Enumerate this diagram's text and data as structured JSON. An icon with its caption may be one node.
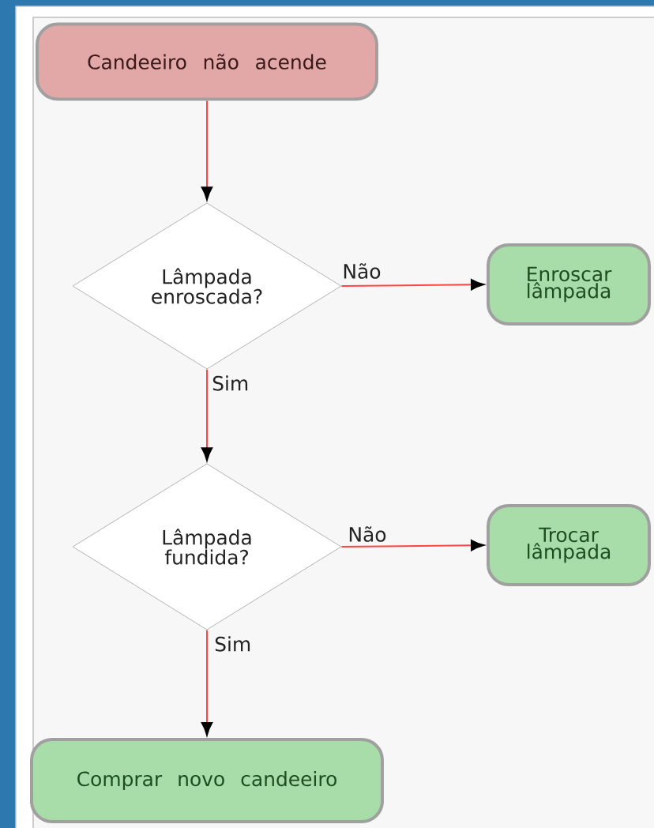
{
  "diagram": {
    "nodes": [
      {
        "text": [
          "Candeeiro não acende"
        ]
      },
      {
        "text": [
          "Lâmpada enroscada?"
        ]
      },
      {
        "text": [
          "Enroscar lâmpada"
        ]
      },
      {
        "text": [
          "Lâmpada fundida?"
        ]
      },
      {
        "text": [
          "Trocar lâmpada"
        ]
      },
      {
        "text": [
          "Comprar novo candeeiro"
        ]
      }
    ],
    "edges": [
      {
        "from": 0,
        "to": 1,
        "arrow": "to"
      },
      {
        "from": 1,
        "to": 2,
        "arrow": "to",
        "label": "Não"
      },
      {
        "from": 1,
        "to": 3,
        "arrow": "to",
        "label": "Sim"
      },
      {
        "from": 3,
        "to": 4,
        "arrow": "to",
        "label": "Não"
      },
      {
        "from": 3,
        "to": 5,
        "arrow": "to",
        "label": "Sim"
      }
    ]
  }
}
